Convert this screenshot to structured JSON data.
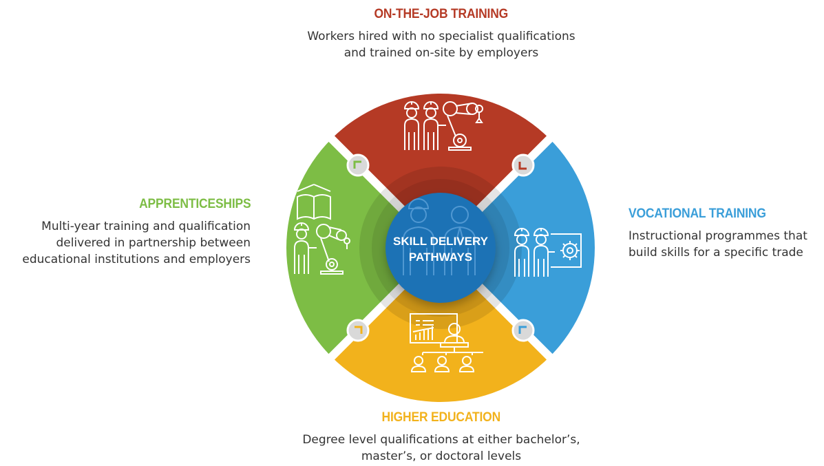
{
  "center": {
    "line1": "SKILL DELIVERY",
    "line2": "PATHWAYS"
  },
  "pathways": {
    "on_the_job": {
      "title": "ON-THE-JOB TRAINING",
      "desc_line1": "Workers hired with no specialist qualifications",
      "desc_line2": "and trained on-site by employers",
      "color": "#B53A25"
    },
    "vocational": {
      "title": "VOCATIONAL TRAINING",
      "desc_line1": "Instructional programmes that",
      "desc_line2": "build skills for a specific trade",
      "color": "#3A9ED9"
    },
    "higher_education": {
      "title": "HIGHER EDUCATION",
      "desc_line1": "Degree level qualifications at either bachelor’s,",
      "desc_line2": "master’s, or doctoral levels",
      "color": "#F2B21C"
    },
    "apprenticeships": {
      "title": "APPRENTICESHIPS",
      "desc_line1": "Multi-year training and qualification",
      "desc_line2": "delivered in partnership between",
      "desc_line3": "educational institutions and employers",
      "color": "#7DBD45"
    }
  },
  "center_color": "#1C72B5",
  "icons": {
    "top": "workers-with-robot-arm-icon",
    "right": "workers-with-gear-board-icon",
    "bottom": "presentation-classroom-icon",
    "left": "book-worker-robot-arm-icon",
    "center": "professionals-icon"
  }
}
